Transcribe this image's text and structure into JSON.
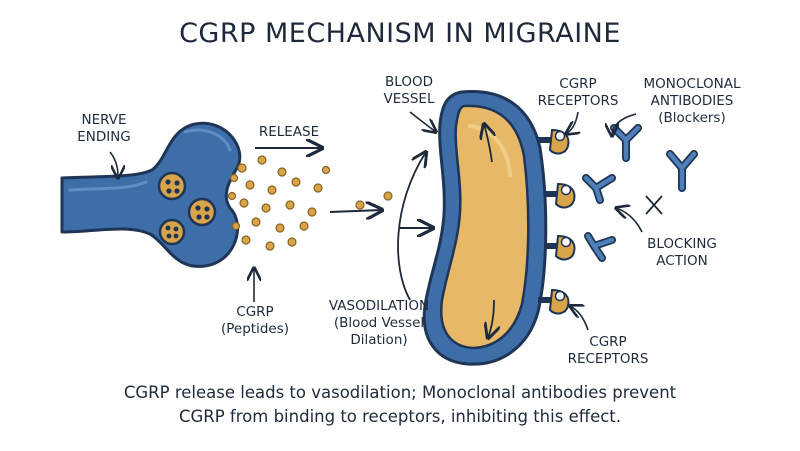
{
  "title": "CGRP MECHANISM IN MIGRAINE",
  "labels": {
    "nerve_ending": [
      "NERVE",
      "ENDING"
    ],
    "release": "RELEASE",
    "cgrp_peptides": [
      "CGRP",
      "(Peptides)"
    ],
    "blood_vessel": [
      "BLOOD",
      "VESSEL"
    ],
    "cgrp_receptors_top": [
      "CGRP",
      "RECEPTORS"
    ],
    "monoclonal_antibodies": [
      "MONOCLONAL",
      "ANTIBODIES",
      "(Blockers)"
    ],
    "blocking_action": [
      "BLOCKING",
      "ACTION"
    ],
    "vasodilation": [
      "VASODILATION",
      "(Blood Vessel",
      "Dilation)"
    ],
    "cgrp_receptors_bottom": [
      "CGRP",
      "RECEPTORS"
    ]
  },
  "caption": [
    "CGRP release leads to vasodilation; Monoclonal antibodies prevent",
    "CGRP from binding to receptors, inhibiting this effect."
  ],
  "colors": {
    "neuron": "#3d6ea8",
    "neuron_outline": "#1f3556",
    "peptide": "#d8a44a",
    "vessel_wall": "#3d6ea8",
    "vessel_lumen": "#e6b867",
    "antibody": "#4f7fb8",
    "text": "#1e2a3c"
  }
}
